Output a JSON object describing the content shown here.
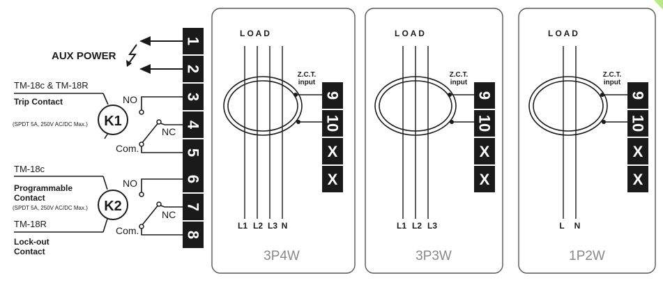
{
  "aux_power": "AUX POWER",
  "k1": {
    "model_line": "TM-18c & TM-18R",
    "title": "Trip Contact",
    "spec": "(SPDT 5A, 250V AC/DC Max.)",
    "relay": "K1",
    "no": "NO",
    "nc": "NC",
    "com": "Com."
  },
  "k2": {
    "model_top": "TM-18c",
    "title_line1": "Programmable",
    "title_line2": "Contact",
    "spec": "(SPDT 5A, 250V AC/DC Max.)",
    "model_bottom": "TM-18R",
    "lockout_line1": "Lock-out",
    "lockout_line2": "Contact",
    "relay": "K2",
    "no": "NO",
    "nc": "NC",
    "com": "Com."
  },
  "left_terminals": [
    "1",
    "2",
    "3",
    "4",
    "5",
    "6",
    "7",
    "8"
  ],
  "panels": [
    {
      "load": "L O A D",
      "zct1": "Z.C.T.",
      "zct2": "input",
      "terminals": [
        "9",
        "10",
        "X",
        "X"
      ],
      "lines": [
        "L1",
        "L2",
        "L3",
        "N"
      ],
      "title": "3P4W"
    },
    {
      "load": "L O A D",
      "zct1": "Z.C.T.",
      "zct2": "input",
      "terminals": [
        "9",
        "10",
        "X",
        "X"
      ],
      "lines": [
        "L1",
        "L2",
        "L3"
      ],
      "title": "3P3W"
    },
    {
      "load": "L O A D",
      "zct1": "Z.C.T.",
      "zct2": "input",
      "terminals": [
        "9",
        "10",
        "X",
        "X"
      ],
      "lines": [
        "L",
        "N"
      ],
      "title": "1P2W"
    }
  ],
  "colors": {
    "ink": "#1a1a1a",
    "panel_border": "#555555",
    "title_gray": "#888888"
  }
}
